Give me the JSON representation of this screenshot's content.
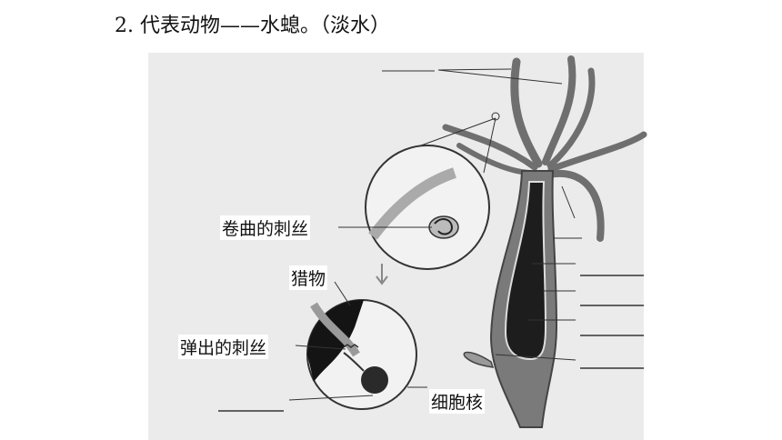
{
  "title": "2. 代表动物——水螅。（淡水）",
  "labels": {
    "coiled_thread": "卷曲的刺丝",
    "prey": "猎物",
    "ejected_thread": "弹出的刺丝",
    "nucleus": "细胞核"
  }
}
